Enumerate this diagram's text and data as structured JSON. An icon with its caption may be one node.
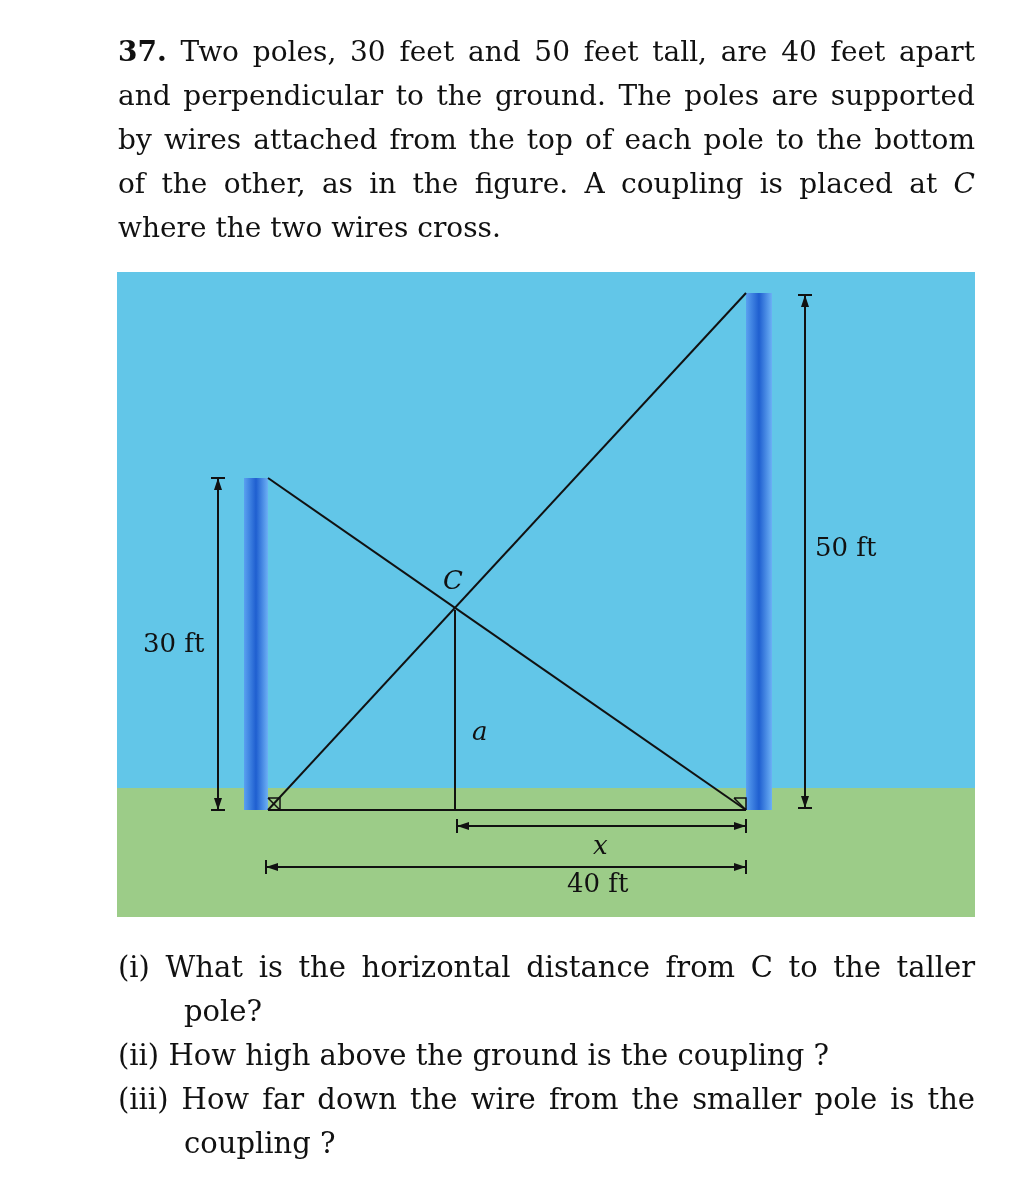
{
  "diagram": {
    "title": "**37.** Two poles, 30 feet and 50 feet tall, are 40 feet apart and perpendicular to the ground. The poles are supported by wires attached from the top of each pole to the bottom of the other, as in the figure. A coupling is placed at *C* where the two wires cross.",
    "labels": [
      "50 ft",
      "C",
      "30 ft",
      "a",
      "x",
      "40 ft",
      "(i) What is the horizontal distance from C to the taller pole?",
      "(ii) How high above the ground is the coupling ?",
      "(iii) How far down the wire from the smaller pole is the coupling ?"
    ]
  }
}
